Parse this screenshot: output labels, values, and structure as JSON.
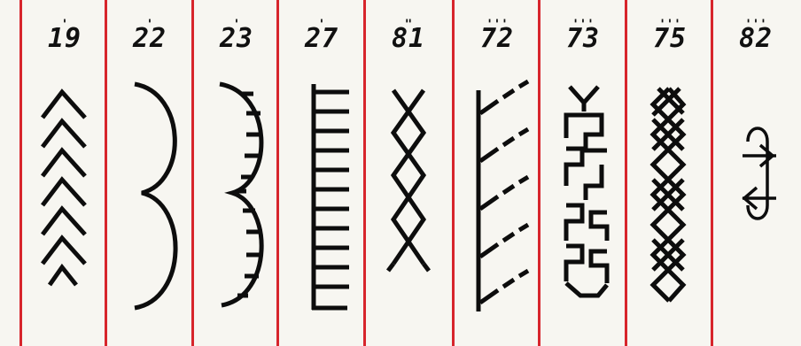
{
  "stitch_patterns": [
    {
      "marks": "'",
      "code": "19",
      "icon": "feather-stitch-icon"
    },
    {
      "marks": "'",
      "code": "22",
      "icon": "scallop-stitch-icon"
    },
    {
      "marks": "'",
      "code": "23",
      "icon": "blanket-scallop-stitch-icon"
    },
    {
      "marks": "'",
      "code": "27",
      "icon": "comb-stitch-icon"
    },
    {
      "marks": "\"",
      "code": "81",
      "icon": "cross-stitch-icon"
    },
    {
      "marks": "'''",
      "code": "72",
      "icon": "slant-dash-stitch-icon"
    },
    {
      "marks": "'''",
      "code": "73",
      "icon": "greek-key-stitch-icon"
    },
    {
      "marks": "'''",
      "code": "75",
      "icon": "lattice-stitch-icon"
    },
    {
      "marks": "'''",
      "code": "82",
      "icon": "arrow-stitch-icon"
    }
  ],
  "colors": {
    "divider": "#d7252c",
    "ink": "#0d0d0d",
    "paper": "#f7f6f1"
  }
}
